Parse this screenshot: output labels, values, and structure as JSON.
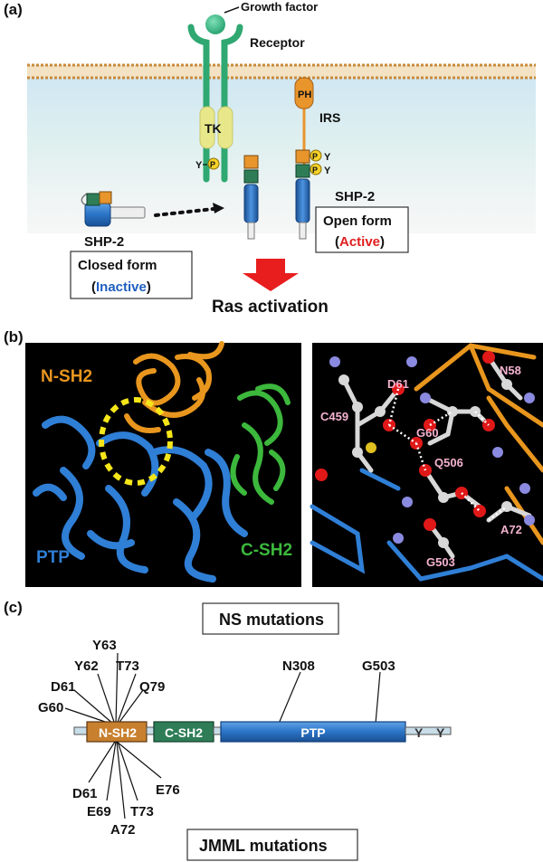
{
  "panel_a": {
    "label": "(a)",
    "growth_factor": "Growth factor",
    "receptor": "Receptor",
    "tk": "TK",
    "ph": "PH",
    "irs": "IRS",
    "y": "Y",
    "p": "P",
    "shp2_closed_title": "SHP-2",
    "closed_form": "Closed form",
    "inactive_open": "(",
    "inactive": "Inactive",
    "inactive_close": ")",
    "shp2_open_title": "SHP-2",
    "open_form": "Open form",
    "active": "Active",
    "ras_activation": "Ras activation",
    "colors": {
      "inactive": "#1f5fbf",
      "active": "#e02020",
      "receptor": "#2fa872",
      "arrow": "#e81e1e"
    }
  },
  "panel_b": {
    "label": "(b)",
    "n_sh2": "N-SH2",
    "c_sh2": "C-SH2",
    "ptp": "PTP",
    "residues": [
      "D61",
      "N58",
      "C459",
      "G60",
      "Q506",
      "A72",
      "G503"
    ],
    "colors": {
      "n_sh2": "#e8961e",
      "c_sh2": "#3cb83c",
      "ptp": "#2f7fd6",
      "circle": "#f5e61a"
    }
  },
  "panel_c": {
    "label": "(c)",
    "ns_title": "NS mutations",
    "jmml_title": "JMML mutations",
    "domains": [
      "N-SH2",
      "C-SH2",
      "PTP"
    ],
    "tail_y": [
      "Y",
      "Y"
    ],
    "ns_sh2_mutations": [
      "Y63",
      "Y62",
      "T73",
      "D61",
      "Q79",
      "G60"
    ],
    "ns_ptp_mutations": [
      "N308",
      "G503"
    ],
    "jmml_mutations": [
      "D61",
      "E76",
      "E69",
      "T73",
      "A72"
    ],
    "colors": {
      "n_sh2": "#c8802e",
      "c_sh2": "#2e7d57",
      "ptp": "#2b74c7"
    }
  }
}
